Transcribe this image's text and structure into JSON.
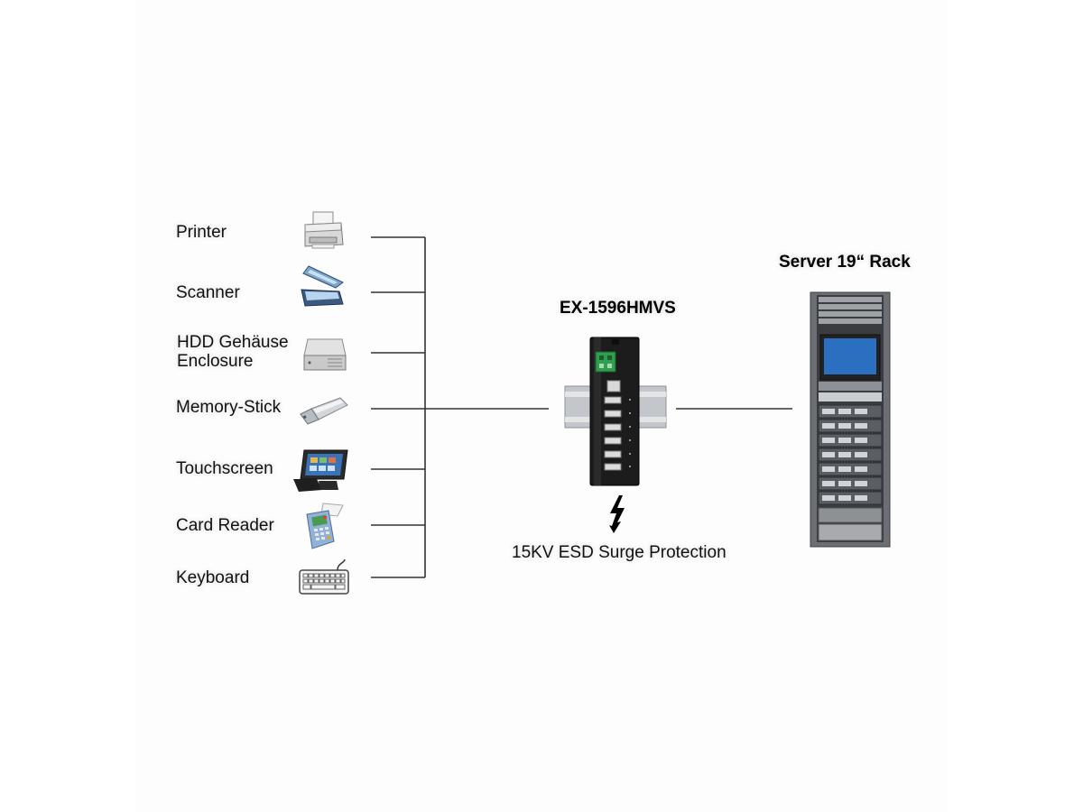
{
  "devices": [
    {
      "label": "Printer",
      "icon": "printer-icon"
    },
    {
      "label": "Scanner",
      "icon": "scanner-icon"
    },
    {
      "label_line1": "HDD Gehäuse",
      "label_line2": "Enclosure",
      "icon": "hdd-enclosure-icon"
    },
    {
      "label": "Memory-Stick",
      "icon": "usb-stick-icon"
    },
    {
      "label": "Touchscreen",
      "icon": "touchscreen-pos-icon"
    },
    {
      "label": "Card Reader",
      "icon": "card-reader-icon"
    },
    {
      "label": "Keyboard",
      "icon": "keyboard-icon"
    }
  ],
  "hub": {
    "title": "EX-1596HMVS",
    "icon": "usb-hub-icon",
    "protection_icon": "lightning-bolt-icon",
    "protection_text": "15KV ESD Surge Protection"
  },
  "server": {
    "title": "Server 19“ Rack",
    "icon": "server-rack-icon"
  },
  "colors": {
    "line": "#333333",
    "hub_body": "#1c1c1c",
    "rail": "#b8bcc0",
    "terminal": "#2f9e4f",
    "rack": "#6b6e72",
    "screen": "#2a6fc0"
  }
}
